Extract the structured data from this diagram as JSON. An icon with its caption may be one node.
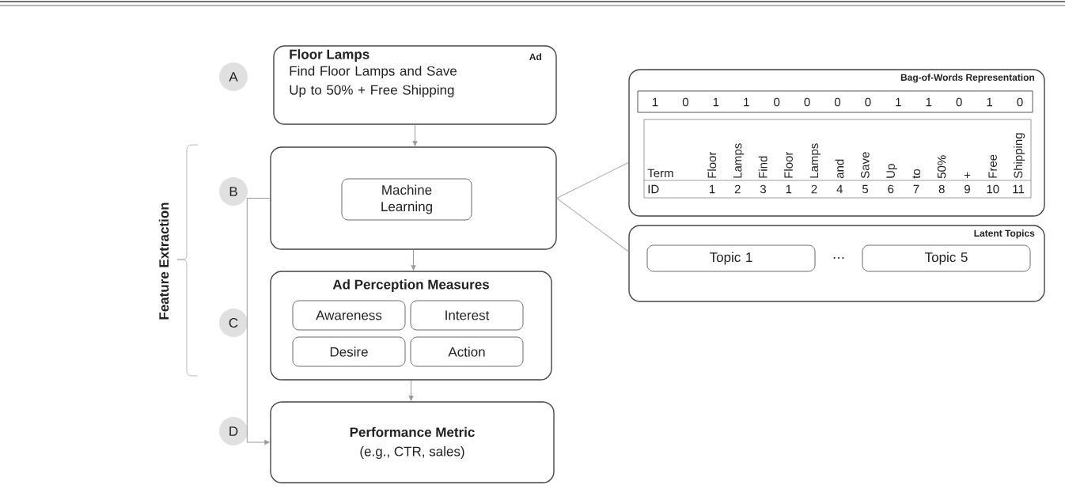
{
  "diagram": {
    "nodes": [
      {
        "text": [
          "Floor Lamps",
          "Ad",
          "Find Floor Lamps and Save Up to 50% + Free Shipping"
        ]
      },
      {
        "text": [
          "A"
        ]
      },
      {
        "text": [],
        "shape": "box"
      },
      {
        "text": [
          "Machine Learning"
        ],
        "in": 2
      },
      {
        "text": [
          "B"
        ]
      },
      {
        "text": [
          "Ad Perception Measures"
        ]
      },
      {
        "text": [
          "Awareness"
        ],
        "in": 5
      },
      {
        "text": [
          "Interest"
        ],
        "in": 5
      },
      {
        "text": [
          "Desire"
        ],
        "in": 5
      },
      {
        "text": [
          "Action"
        ],
        "in": 5
      },
      {
        "text": [
          "C"
        ]
      },
      {
        "text": [
          "Performance Metric",
          "(e.g., CTR, sales)"
        ]
      },
      {
        "text": [
          "D"
        ]
      },
      {
        "text": [
          "Bag-of-Words Representation"
        ]
      },
      {
        "text": [
          "Latent Topics"
        ]
      },
      {
        "text": [
          "Topic 1"
        ],
        "in": 14
      },
      {
        "text": [
          "Topic 5"
        ],
        "in": 14
      }
    ],
    "edges": [
      {
        "from": 0,
        "to": 2,
        "arrow": "to"
      },
      {
        "from": 2,
        "to": 5,
        "arrow": "to"
      },
      {
        "from": 5,
        "to": 11,
        "arrow": "to"
      },
      {
        "from": 2,
        "to": 11,
        "arrow": "to"
      },
      {
        "from": 2,
        "to": 13,
        "arrow": "none",
        "color": "#aaaaaa"
      },
      {
        "from": 2,
        "to": 14,
        "arrow": "none",
        "color": "#aaaaaa"
      }
    ],
    "labels": [
      "Feature Extraction",
      "1",
      "0",
      "1",
      "1",
      "0",
      "0",
      "0",
      "0",
      "1",
      "1",
      "0",
      "1",
      "0",
      "Term",
      "Floor",
      "Lamps",
      "Find",
      "Floor",
      "Lamps",
      "and",
      "Save",
      "Up",
      "to",
      "50%",
      "+",
      "Free",
      "Shipping",
      "ID",
      "1",
      "2",
      "3",
      "1",
      "2",
      "4",
      "5",
      "6",
      "7",
      "8",
      "9",
      "10",
      "11",
      "…"
    ]
  }
}
